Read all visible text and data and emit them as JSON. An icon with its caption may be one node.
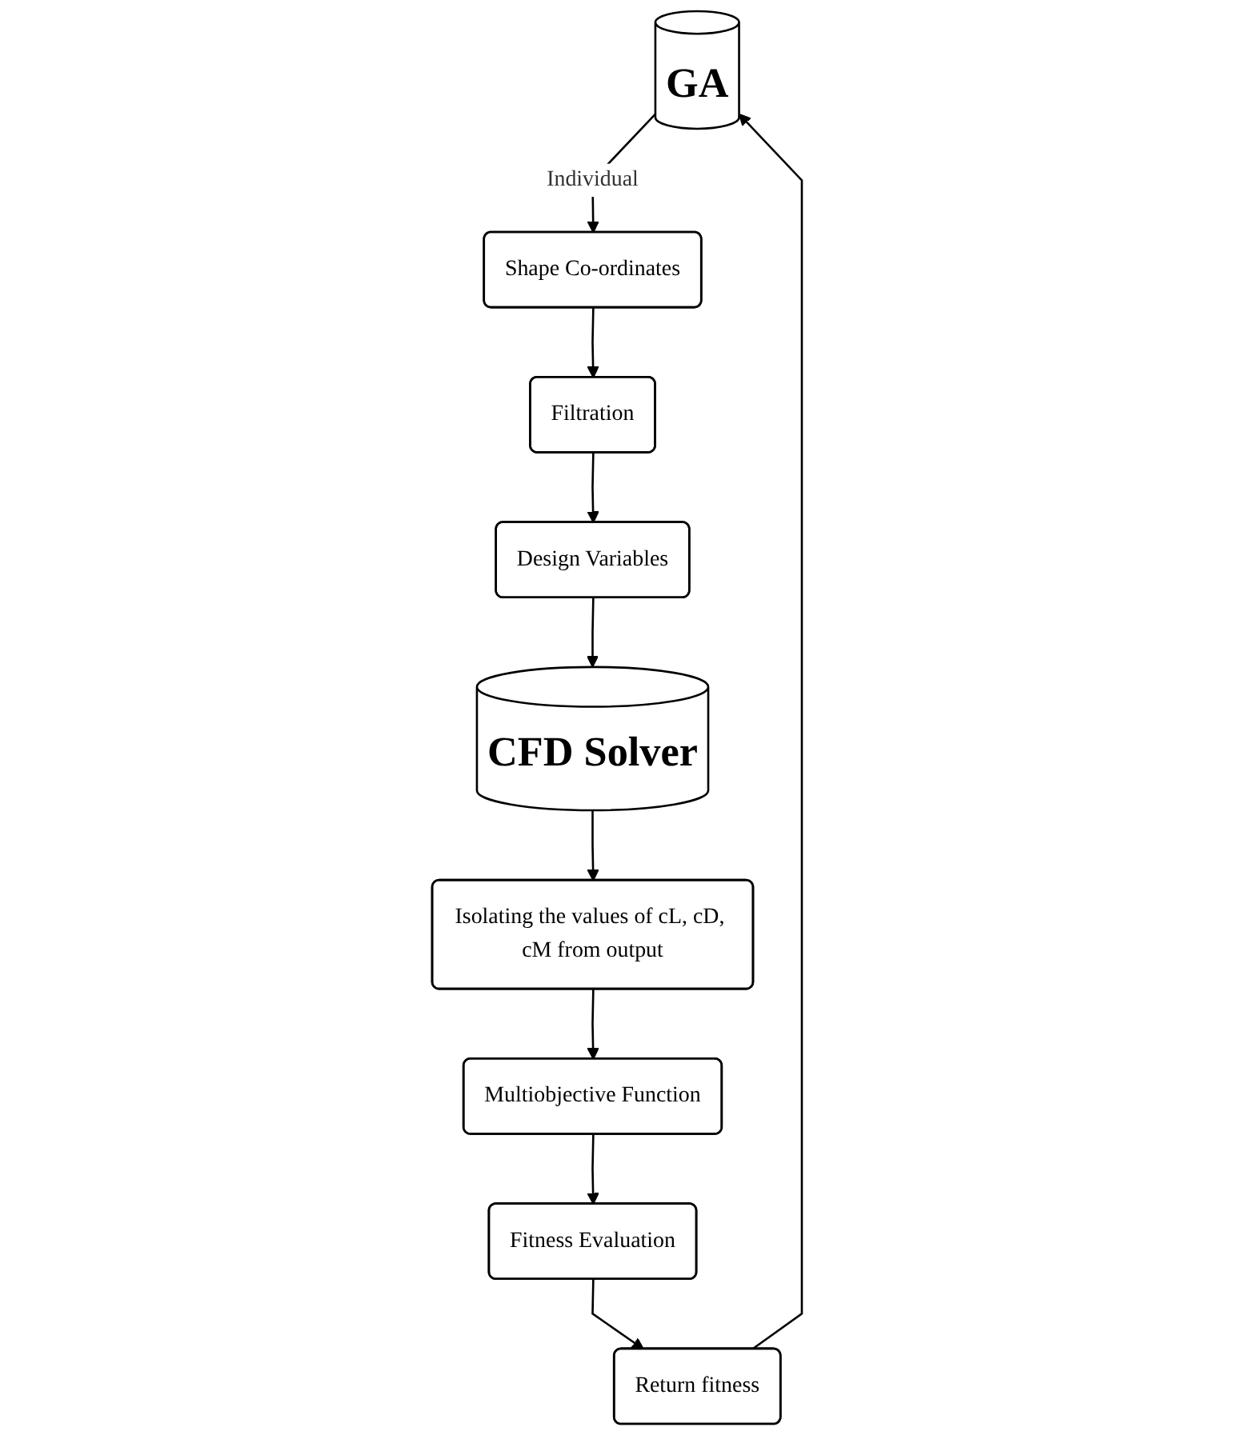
{
  "diagram": {
    "nodes": [
      {
        "text": [
          "GA"
        ]
      },
      {
        "text": [
          "Shape Co-ordinates"
        ]
      },
      {
        "text": [
          "Filtration"
        ]
      },
      {
        "text": [
          "Design Variables"
        ]
      },
      {
        "text": [
          "CFD Solver"
        ]
      },
      {
        "text": [
          "Isolating the values of cL, cD, cM from output"
        ]
      },
      {
        "text": [
          "Multiobjective Function"
        ]
      },
      {
        "text": [
          "Fitness Evaluation"
        ]
      },
      {
        "text": [
          "Return fitness"
        ]
      }
    ],
    "edges": [
      {
        "from": 0,
        "to": 1,
        "arrow": "to",
        "label": "Individual"
      },
      {
        "from": 1,
        "to": 2,
        "arrow": "to"
      },
      {
        "from": 2,
        "to": 3,
        "arrow": "to"
      },
      {
        "from": 3,
        "to": 4,
        "arrow": "to"
      },
      {
        "from": 4,
        "to": 5,
        "arrow": "to"
      },
      {
        "from": 5,
        "to": 6,
        "arrow": "to"
      },
      {
        "from": 6,
        "to": 7,
        "arrow": "to"
      },
      {
        "from": 7,
        "to": 8,
        "arrow": "to"
      },
      {
        "from": 8,
        "to": 0,
        "arrow": "to"
      }
    ]
  }
}
